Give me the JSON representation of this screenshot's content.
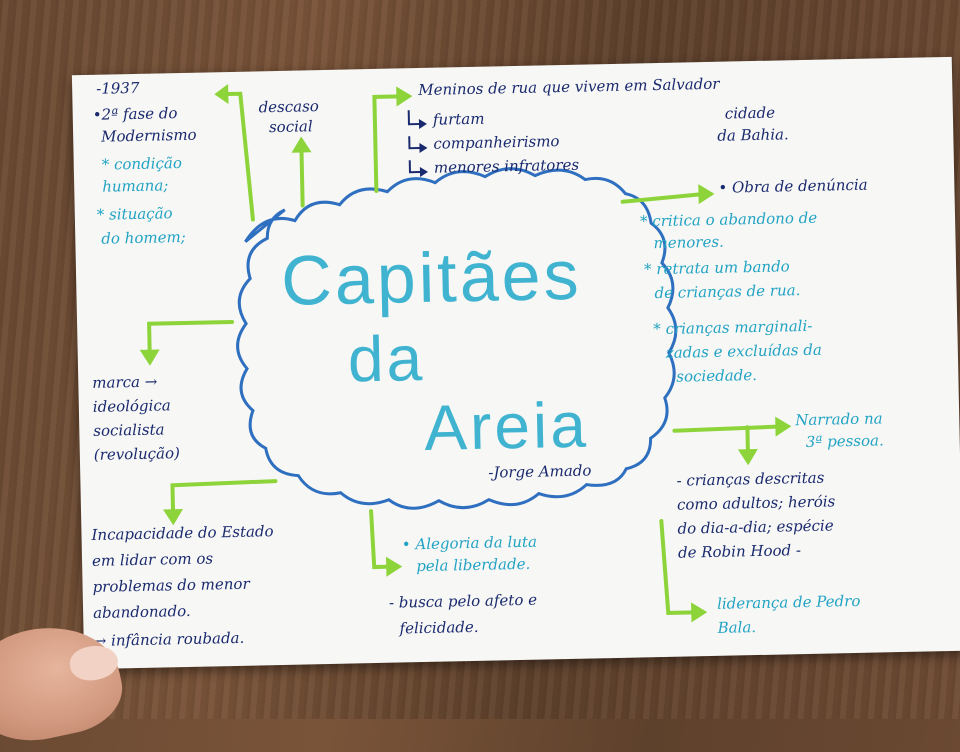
{
  "title": {
    "line1": "Capitães",
    "line2": "da",
    "line3": "Areia",
    "author": "-Jorge Amado"
  },
  "left_notes": {
    "year": "-1937",
    "phase_1": "•2ª fase do",
    "phase_2": "Modernismo",
    "item1_1": "* condição",
    "item1_2": "humana;",
    "item2_1": "* situação",
    "item2_2": "do homem;"
  },
  "top_notes": {
    "descaso_1": "descaso",
    "descaso_2": "social",
    "meninos": "Meninos de rua que vivem em Salvador",
    "cidade_1": "cidade",
    "cidade_2": "da Bahia.",
    "sub1": "furtam",
    "sub2": "companheirismo",
    "sub3": "menores infratores"
  },
  "right_notes": {
    "obra": "• Obra de denúncia",
    "critica_1": "* critica o abandono de",
    "critica_2": "menores.",
    "retrata_1": "* retrata um bando",
    "retrata_2": "de crianças de rua.",
    "criancas_1": "* crianças marginali-",
    "criancas_2": "zadas e excluídas da",
    "criancas_3": "sociedade.",
    "narrado_1": "Narrado na",
    "narrado_2": "3ª pessoa.",
    "adultos_1": "- crianças descritas",
    "adultos_2": "como adultos; heróis",
    "adultos_3": "do dia-a-dia; espécie",
    "adultos_4": "de Robin Hood -",
    "lideranca_1": "liderança de Pedro",
    "lideranca_2": "Bala."
  },
  "left_mid": {
    "marca": "marca →",
    "ideo_1": "ideológica",
    "ideo_2": "socialista",
    "ideo_3": "(revolução)"
  },
  "bottom_notes": {
    "incap_1": "Incapacidade do Estado",
    "incap_2": "em lidar com os",
    "incap_3": "problemas do menor",
    "incap_4": "abandonado.",
    "incap_5": "→ infância roubada.",
    "alegoria_1": "• Alegoria da luta",
    "alegoria_2": "pela liberdade.",
    "busca_1": "- busca pelo afeto e",
    "busca_2": "felicidade."
  },
  "colors": {
    "navy_ink": "#1a2a6e",
    "teal_ink": "#22a3c4",
    "title_ink": "#3fb3cf",
    "cloud_outline": "#2f6fc0",
    "arrow_green": "#8cd43a",
    "paper": "#f7f7f5",
    "table_wood": "#6b4a33"
  }
}
